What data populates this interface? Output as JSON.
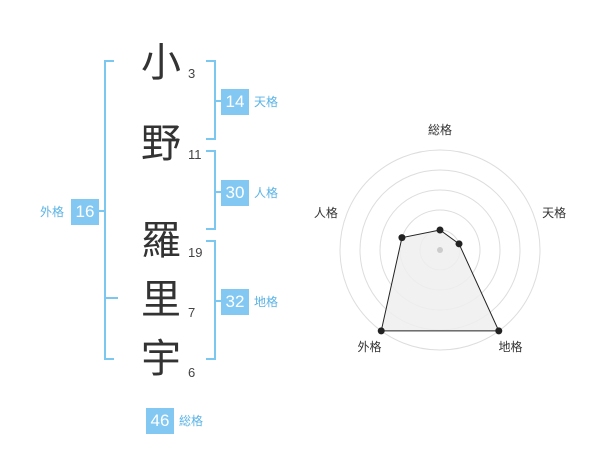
{
  "name": {
    "characters": [
      {
        "char": "小",
        "strokes": "3"
      },
      {
        "char": "野",
        "strokes": "11"
      },
      {
        "char": "羅",
        "strokes": "19"
      },
      {
        "char": "里",
        "strokes": "7"
      },
      {
        "char": "宇",
        "strokes": "6"
      }
    ]
  },
  "fortunes": {
    "tenkaku": {
      "value": "14",
      "label": "天格"
    },
    "jinkaku": {
      "value": "30",
      "label": "人格"
    },
    "chikaku": {
      "value": "32",
      "label": "地格"
    },
    "gaikaku": {
      "value": "16",
      "label": "外格"
    },
    "soukaku": {
      "value": "46",
      "label": "総格"
    }
  },
  "colors": {
    "accent": "#82c8f2",
    "bracket": "#7cc7f0",
    "label": "#5ab3e6"
  },
  "chart_data": {
    "type": "radar",
    "axes": [
      "総格",
      "天格",
      "地格",
      "外格",
      "人格"
    ],
    "levels": 5,
    "max": 5,
    "values": [
      1,
      1,
      5,
      5,
      2
    ]
  }
}
